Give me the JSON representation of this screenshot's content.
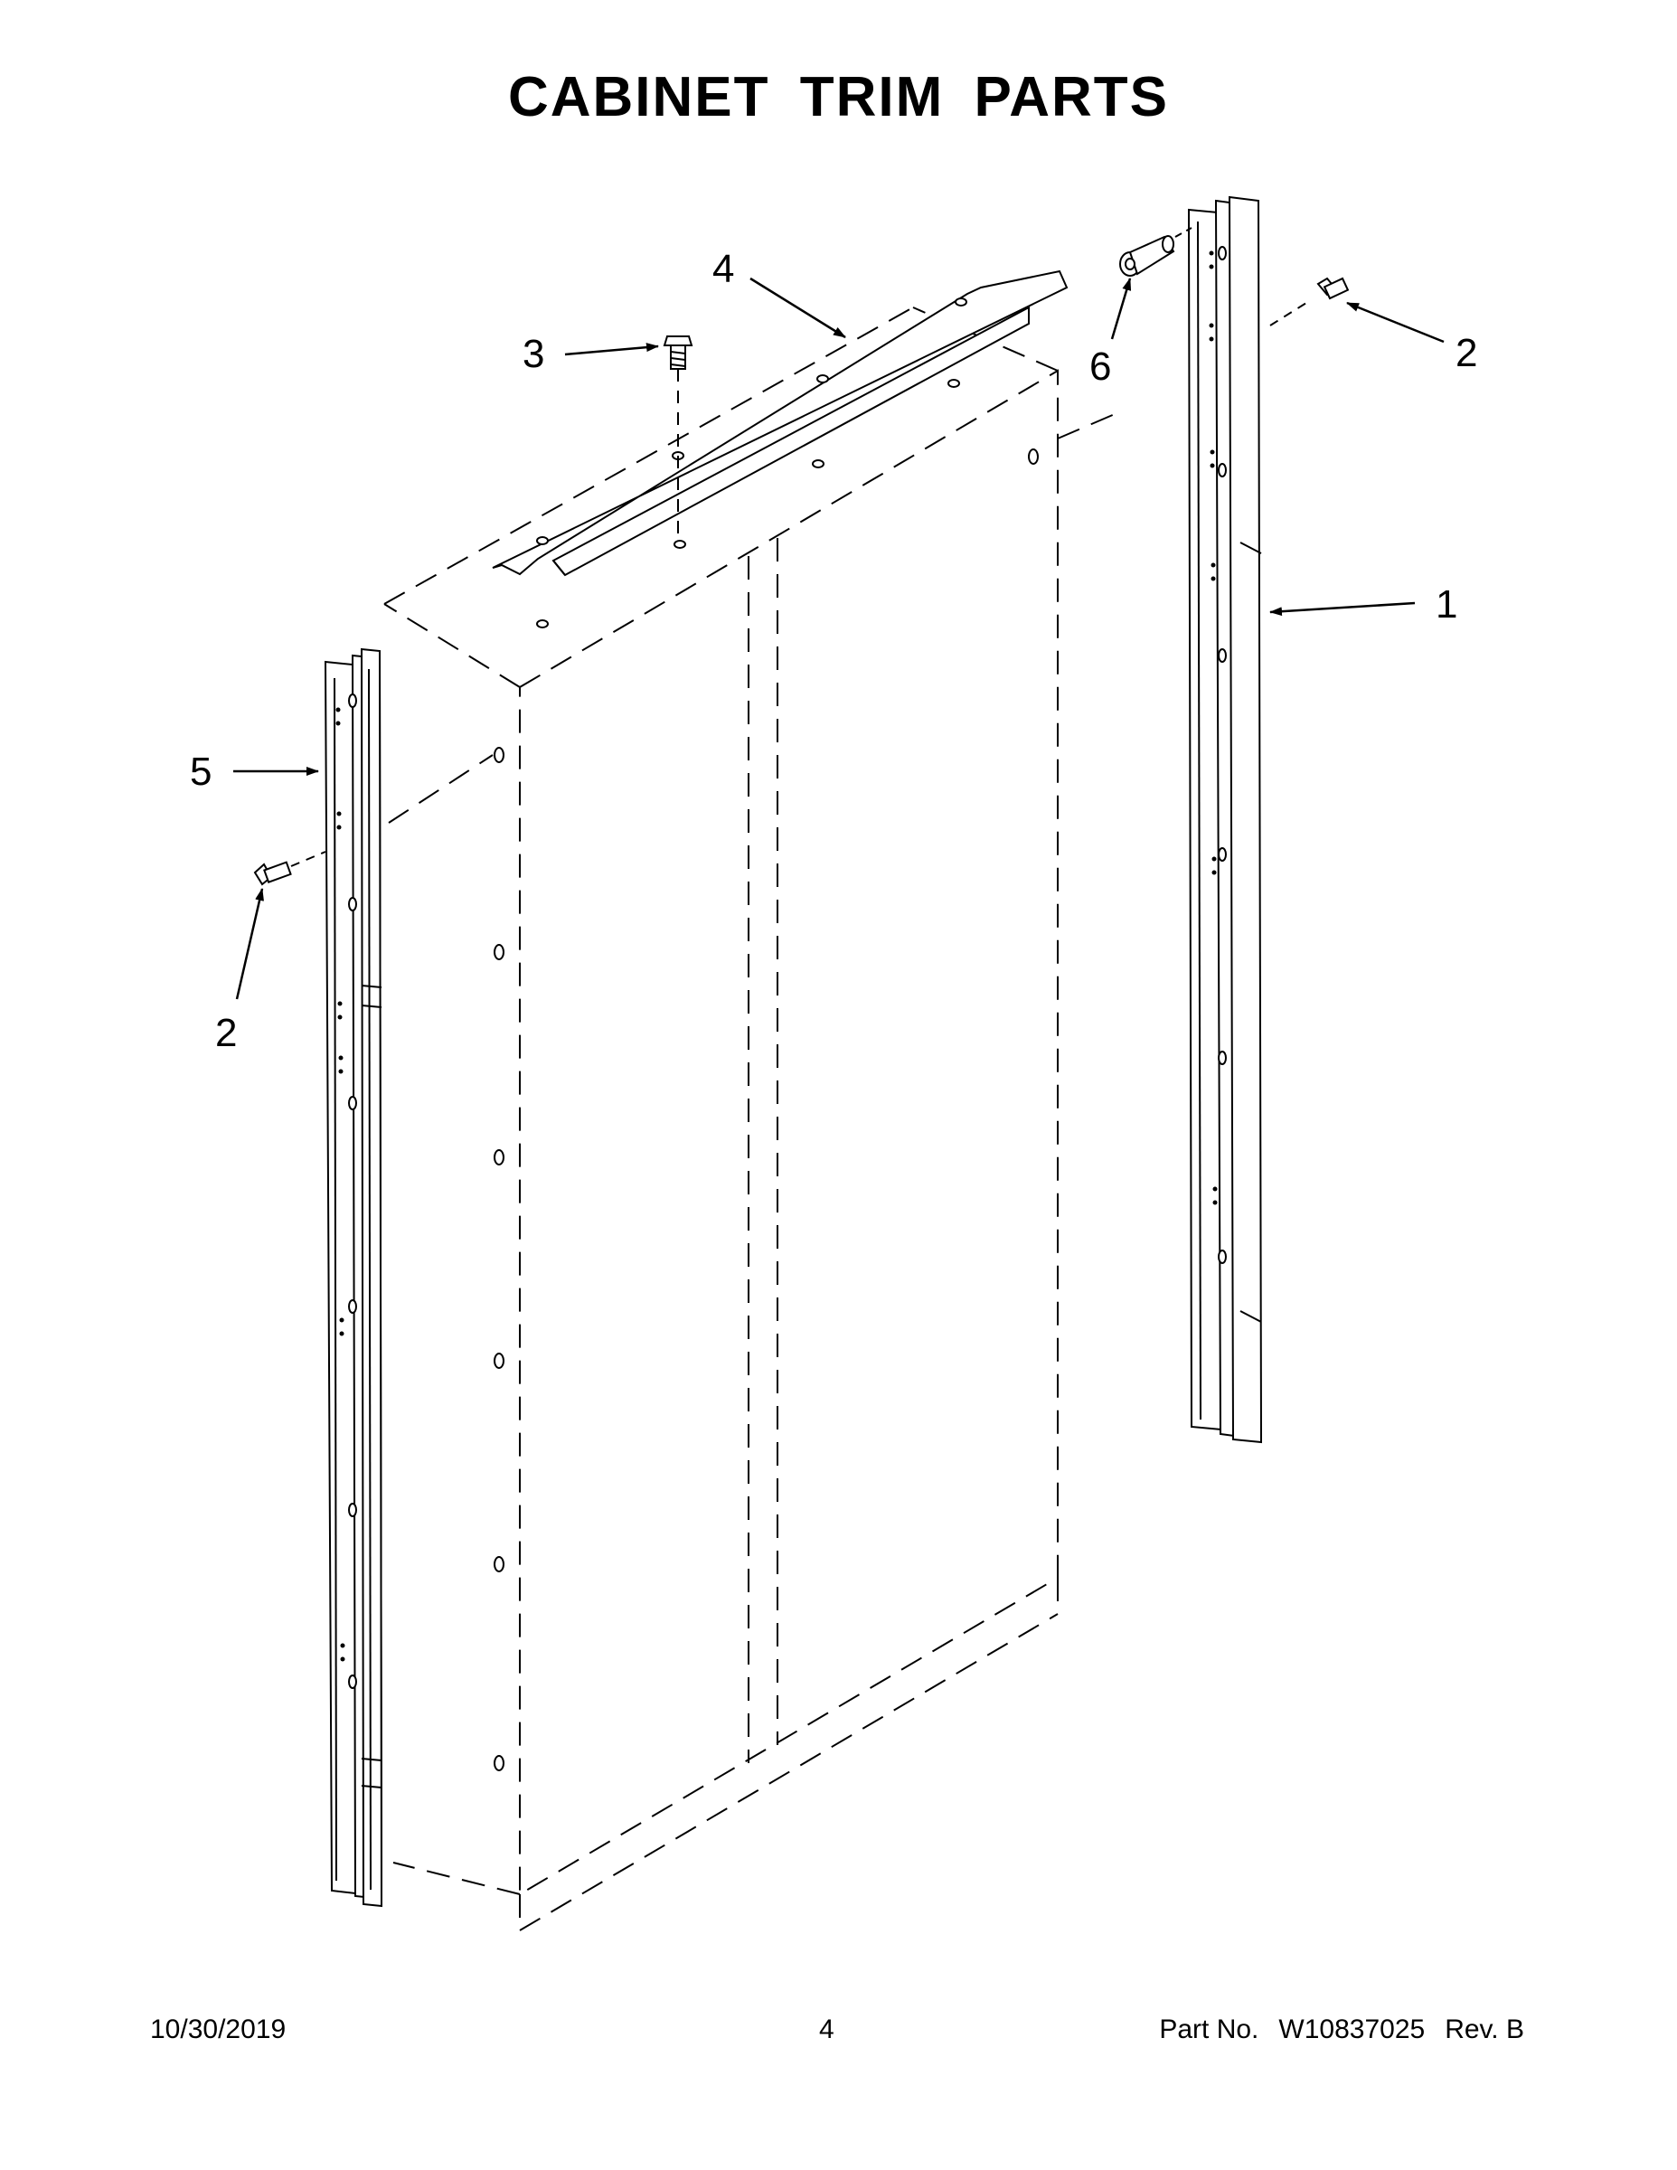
{
  "title": "CABINET TRIM PARTS",
  "callouts": [
    {
      "id": "callout-1",
      "label": "1"
    },
    {
      "id": "callout-2-right",
      "label": "2"
    },
    {
      "id": "callout-2-left",
      "label": "2"
    },
    {
      "id": "callout-3",
      "label": "3"
    },
    {
      "id": "callout-4",
      "label": "4"
    },
    {
      "id": "callout-5",
      "label": "5"
    },
    {
      "id": "callout-6",
      "label": "6"
    }
  ],
  "footer": {
    "date": "10/30/2019",
    "page_number": "4",
    "part_label": "Part No.",
    "part_number": "W10837025",
    "revision": "Rev. B"
  }
}
